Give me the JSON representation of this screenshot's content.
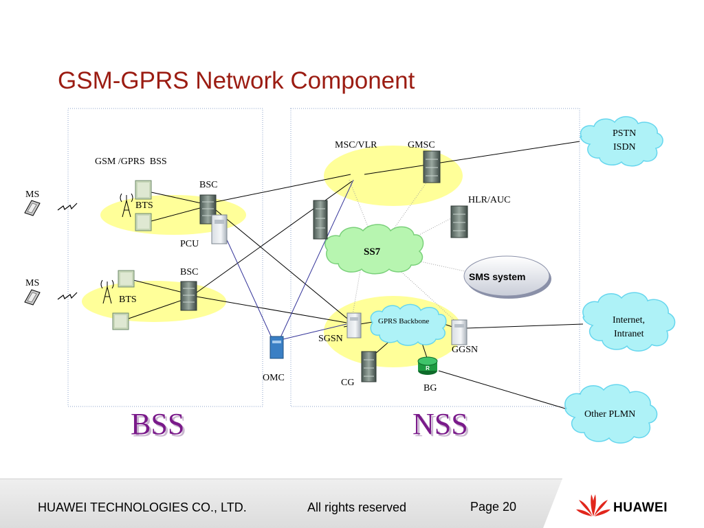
{
  "slide": {
    "title": "GSM-GPRS Network Component"
  },
  "diagram": {
    "labels": {
      "gsm_gprs_bss": "GSM /GPRS  BSS",
      "ms_top": "MS",
      "ms_bottom": "MS",
      "bts_top": "BTS",
      "bts_bottom": "BTS",
      "bsc_top": "BSC",
      "bsc_bottom": "BSC",
      "pcu": "PCU",
      "omc": "OMC",
      "msc_vlr": "MSC/VLR",
      "gmsc": "GMSC",
      "hlr_auc": "HLR/AUC",
      "ss7": "SS7",
      "sms_system": "SMS system",
      "gprs_backbone": "GPRS Backbone",
      "sgsn": "SGSN",
      "ggsn": "GGSN",
      "cg": "CG",
      "bg": "BG",
      "bg_badge": "R",
      "pstn": "PSTN",
      "isdn": "ISDN",
      "internet": "Internet,",
      "intranet": "Intranet",
      "other_plmn": "Other PLMN",
      "bss_big": "BSS",
      "nss_big": "NSS"
    }
  },
  "colors": {
    "title": "#9b1c12",
    "zone": "#ffff99",
    "cloud": "#aef2f7",
    "cloud_border": "#66d6ee",
    "big_label": "#7a1a8a",
    "omc_links": "#333399"
  },
  "footer": {
    "company": "HUAWEI TECHNOLOGIES CO., LTD.",
    "rights": "All rights reserved",
    "page": "Page 20",
    "brand": "HUAWEI"
  }
}
